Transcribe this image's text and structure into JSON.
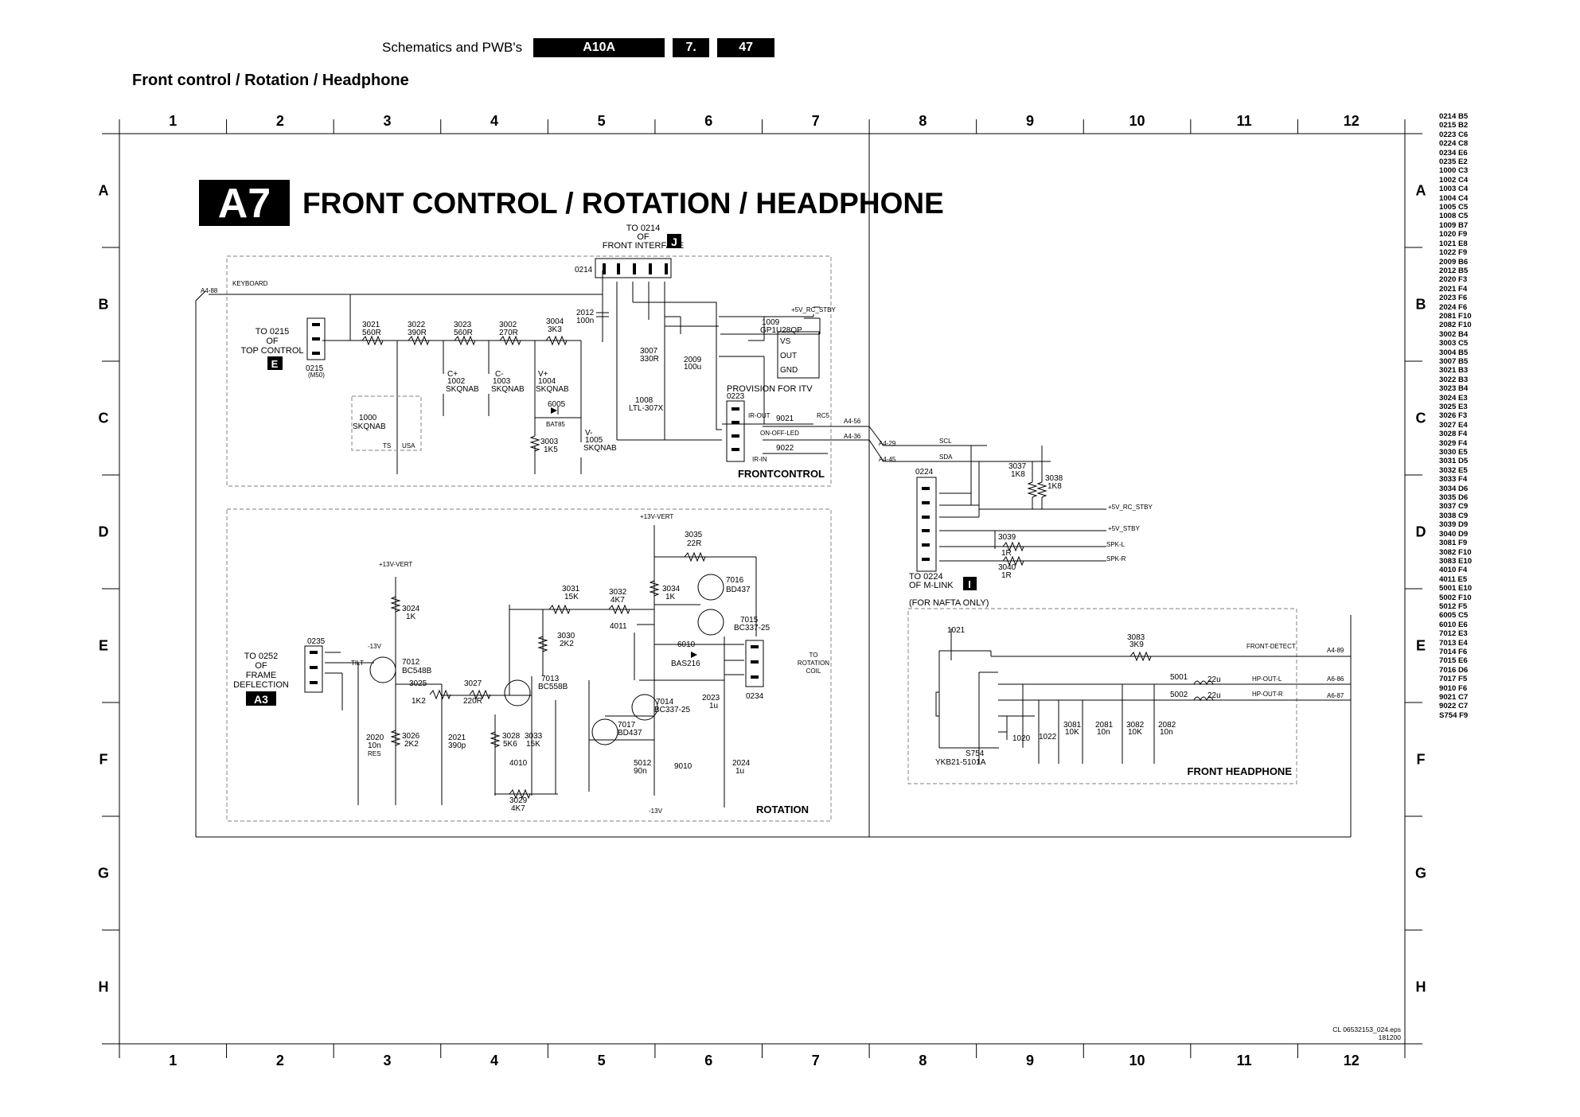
{
  "header": {
    "section": "Schematics and PWB's",
    "model": "A10A",
    "chapter": "7.",
    "page": "47"
  },
  "subtitle": "Front control / Rotation / Headphone",
  "badge": "A7",
  "title": "FRONT CONTROL / ROTATION  / HEADPHONE",
  "grid": {
    "columns": [
      "1",
      "2",
      "3",
      "4",
      "5",
      "6",
      "7",
      "8",
      "9",
      "10",
      "11",
      "12"
    ],
    "rows": [
      "A",
      "B",
      "C",
      "D",
      "E",
      "F",
      "G",
      "H"
    ]
  },
  "block_labels": {
    "frontcontrol": "FRONTCONTROL",
    "rotation": "ROTATION",
    "front_headphone": "FRONT HEADPHONE",
    "provision_itv": "PROVISION FOR ITV",
    "for_nafta": "(FOR NAFTA ONLY)"
  },
  "connectors": {
    "to_0214": [
      "TO 0214",
      "OF",
      "FRONT INTERFACE"
    ],
    "to_0214_badge": "J",
    "to_0215": [
      "TO 0215",
      "OF",
      "TOP CONTROL"
    ],
    "to_0215_badge": "E",
    "to_0252": [
      "TO 0252",
      "OF",
      "FRAME",
      "DEFLECTION"
    ],
    "to_0252_badge": "A3",
    "to_0224": [
      "TO 0224",
      "OF M-LINK"
    ],
    "to_0224_badge": "I",
    "to_rotation": [
      "TO",
      "ROTATION",
      "COIL"
    ]
  },
  "parts": {
    "p0214": "0214",
    "p0215": "0215",
    "p0215m": "(M50)",
    "p0235": "0235",
    "p0223": "0223",
    "p0224": "0224",
    "p0234": "0234",
    "r3021": [
      "3021",
      "560R"
    ],
    "r3022": [
      "3022",
      "390R"
    ],
    "r3023": [
      "3023",
      "560R"
    ],
    "r3002": [
      "3002",
      "270R"
    ],
    "r3004": [
      "3004",
      "3K3"
    ],
    "c2012": [
      "2012",
      "100n"
    ],
    "c2009": [
      "2009",
      "100u"
    ],
    "r3007": [
      "3007",
      "330R"
    ],
    "ic1009": [
      "1009",
      "GP1U28QP"
    ],
    "ic_pins": [
      "VS",
      "OUT",
      "GND"
    ],
    "led1008": [
      "1008",
      "LTL-307X"
    ],
    "sw1002": [
      "C+",
      "1002",
      "SKQNAB"
    ],
    "sw1003": [
      "C-",
      "1003",
      "SKQNAB"
    ],
    "sw1004": [
      "V+",
      "1004",
      "SKQNAB"
    ],
    "sw1005": [
      "V-",
      "1005",
      "SKQNAB"
    ],
    "sw1000": [
      "1000",
      "SKQNAB"
    ],
    "ts": "TS",
    "usa": "USA",
    "d6005": [
      "6005",
      "BAT85"
    ],
    "r3003": [
      "3003",
      "1K5"
    ],
    "r9021": "9021",
    "r9022": "9022",
    "r3024": [
      "3024",
      "1K"
    ],
    "t7012": [
      "7012",
      "BC548B"
    ],
    "r3025": [
      "3025",
      "1K2"
    ],
    "r3026": [
      "3026",
      "2K2"
    ],
    "c2020": [
      "2020",
      "10n",
      "RES"
    ],
    "c2021": [
      "2021",
      "390p"
    ],
    "r3027": [
      "3027",
      "220R"
    ],
    "tilt": "TILT",
    "m13v": "-13V",
    "t7013": [
      "7013",
      "BC558B"
    ],
    "r3030": [
      "3030",
      "2K2"
    ],
    "r3031": [
      "3031",
      "15K"
    ],
    "r3032": [
      "3032",
      "4K7"
    ],
    "j4011": "4011",
    "r3034": [
      "3034",
      "1K"
    ],
    "r3035": [
      "3035",
      "22R"
    ],
    "t7016": [
      "7016",
      "BD437"
    ],
    "t7015": [
      "7015",
      "BC337-25"
    ],
    "d6010": [
      "6010",
      "BAS216"
    ],
    "t7014": [
      "7014",
      "BC337-25"
    ],
    "t7017": [
      "7017",
      "BD437"
    ],
    "r3028": [
      "3028",
      "5K6"
    ],
    "r3033": [
      "3033",
      "15K"
    ],
    "j4010": "4010",
    "r3029": [
      "3029",
      "4K7"
    ],
    "c2023": [
      "2023",
      "1u"
    ],
    "c2024": [
      "2024",
      "1u"
    ],
    "c5012": [
      "5012",
      "90n"
    ],
    "j9010": "9010",
    "r3037": [
      "3037",
      "1K8"
    ],
    "r3038": [
      "3038",
      "1K8"
    ],
    "r3039": [
      "3039",
      "1R"
    ],
    "r3040": [
      "3040",
      "1R"
    ],
    "j1021": "1021",
    "r3083": [
      "3083",
      "3K9"
    ],
    "l5001": [
      "5001",
      "22u"
    ],
    "l5002": [
      "5002",
      "22u"
    ],
    "r3081": [
      "3081",
      "10K"
    ],
    "c2081": [
      "2081",
      "10n"
    ],
    "r3082": [
      "3082",
      "10K"
    ],
    "c2082": [
      "2082",
      "10n"
    ],
    "j1020": "1020",
    "j1022": "1022",
    "s754": [
      "S754",
      "YKB21-5101A"
    ]
  },
  "nets": {
    "keyboard": "KEYBOARD",
    "a488": "A4-88",
    "p5v_rc_stby": "+5V_RC_STBY",
    "p13v_vert": "+13V-VERT",
    "p13v_vert2": "+13V-VERT",
    "m13v2": "-13V",
    "ir_out": "IR-OUT",
    "on_off_led": "ON-OFF-LED",
    "ir_in": "IR-IN",
    "rc5": "RC5",
    "a456": "A4-56",
    "a436": "A4-36",
    "a429": "A4-29",
    "a445": "A4-45",
    "scl": "SCL",
    "sda": "SDA",
    "p5v_rc_stby2": "+5V_RC_STBY",
    "p5v_stby": "+5V_STBY",
    "spk_l": "SPK-L",
    "spk_r": "SPK-R",
    "front_detect": "FRONT-DETECT",
    "hp_out_l": "HP-OUT-L",
    "hp_out_r": "HP-OUT-R",
    "a489": "A4-89",
    "a686": "A6-86",
    "a687": "A6-87"
  },
  "footer": {
    "file": "CL 06532153_024.eps",
    "date": "181200"
  },
  "reference_list": [
    "0214 B5",
    "0215 B2",
    "0223 C6",
    "0224 C8",
    "0234 E6",
    "0235 E2",
    "1000 C3",
    "1002 C4",
    "1003 C4",
    "1004 C4",
    "1005 C5",
    "1008 C5",
    "1009 B7",
    "1020 F9",
    "1021 E8",
    "1022 F9",
    "2009 B6",
    "2012 B5",
    "2020 F3",
    "2021 F4",
    "2023 F6",
    "2024 F6",
    "2081 F10",
    "2082 F10",
    "3002 B4",
    "3003 C5",
    "3004 B5",
    "3007 B5",
    "3021 B3",
    "3022 B3",
    "3023 B4",
    "3024 E3",
    "3025 E3",
    "3026 F3",
    "3027 E4",
    "3028 F4",
    "3029 F4",
    "3030 E5",
    "3031 D5",
    "3032 E5",
    "3033 F4",
    "3034 D6",
    "3035 D6",
    "3037 C9",
    "3038 C9",
    "3039 D9",
    "3040 D9",
    "3081 F9",
    "3082 F10",
    "3083 E10",
    "4010 F4",
    "4011 E5",
    "5001 E10",
    "5002 F10",
    "5012 F5",
    "6005 C5",
    "6010 E6",
    "7012 E3",
    "7013 E4",
    "7014 F6",
    "7015 E6",
    "7016 D6",
    "7017 F5",
    "9010 F6",
    "9021 C7",
    "9022 C7",
    "S754 F9"
  ]
}
